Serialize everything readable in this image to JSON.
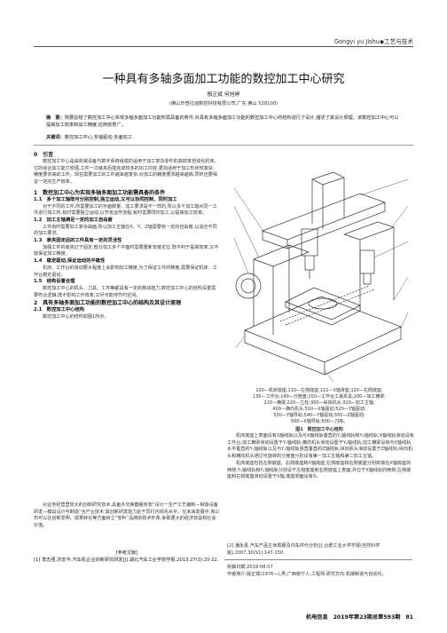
{
  "header": {
    "journal_tag": "Gongyi  yu Jishu◆工艺与技术"
  },
  "title": "一种具有多轴多面加工功能的数控加工中心研究",
  "authors": "殷正斌    何旭婷",
  "affiliation": "(佛山市普拉迪数控科技有限公司,广东 佛山 528100)",
  "abstract": {
    "label": "摘　要：",
    "text": "简要总结了数控加工中心实现多轴多面加工功能所需具备的条件,对具有多轴多面加工功能的数控加工中心的结构进行了设计,描述了其设计原理。该数控加工中心可以提高加工效率和加工精度,应用前景广。"
  },
  "keywords": {
    "label": "关键词：",
    "text": "数控加工中心;多轴驱动;多面加工"
  },
  "left_col": {
    "s0_title": "0　引言",
    "s0_p1": "数控加工中心是由机械设备与数字系统组成的适用于加工复杂零件的高效率自动化机床。它的综合加工能力较强,工件一次装夹后能完成较多的加工内容,更加适用于加工形状较复杂、精度要求高的工件。现在需要加工的工件越来越复杂,对加工的精度要求越来越高,同时还要保证一定的生产效率。",
    "s1_title": "1　数控加工中心为实现多轴多面加工功能需具备的条件",
    "s11_title": "1.1　多个加工轴既可分别控制,独立运动,又可以协同控制、同时加工",
    "s11_p": "对于不同的工件,所需要加工的平面数量、加工要求是不一样的,所以多个加工轴对同一工件进行加工时,有时需要独立运动,以节省运作流程;有时需要同时加工,以提高加工效率。",
    "s12_title": "1.2　加工主轴满足一定的加工自由度",
    "s12_p": "工件有时需要加工复杂曲面,所以加工主轴在X、Y、Z轴需要有一定的自由度,以适应不同的加工要求。",
    "s13_title": "1.3　装夹固定后的工件具有一定的灵活性",
    "s13_p": "加强工件的装夹过于固定,部分加工多个平面时需要重新安装定位,既不利于提高效率,又不能保证加工精度。",
    "s14_title": "1.4　稳定驱动,保证运动的平稳性",
    "s14_p": "机床、工作台的滑动要大程度上会影响加工精度,为了保证工件的精度,需要保证机床、工作台稳定驱动。",
    "s15_title": "1.5　结构设置合理",
    "s15_p": "数控加工中心的机头、刀具、工件等都具有一定的移动能力,数控加工中心的结构设置需要符合逻辑,既不影响工作效率,又尽可能地节约空间。",
    "s2_title": "2　具有多轴多面加工功能的数控加工中心的结构及其设计原理",
    "s21_title": "2.1　数控加工中心结构",
    "s21_p": "数控加工中心的结构如图1所示。"
  },
  "figure": {
    "caption_lines": [
      "100—机床底座;110—左侧底座;112—X轴滑座;120—右侧底座;",
      "130—工作台;140—分度盘;150—工作台工装夹具;200—加工横梁;",
      "210—横梁;220—立柱;300—纵向机头;310—加工主轴;",
      "400—横向机头;510—X轴驱动;520—Y轴驱动;",
      "530—Y轴导轨;540—Y轴驱动;550—Z轴驱动;",
      "560—X轴导轨;600—刀库。"
    ],
    "title": "图1　数控加工中心结构"
  },
  "right_col": {
    "p1": "机床底座上表面设有X轴线轨以及与X轴线轨垂直的Y₁轴线轨和Y₂轴线轨;X轴线轨滑动设有工作台;加工横梁滑动设置于Y₁轴线轨,横向机头滑动设置于Y₂轴线轨;加工横梁设有与X轴线轨水平垂直的Y₃轴线轨以及与Y₁轴线轨竖直垂直的Z轴线轨;纵向机头滑动设置于Z轴线轨;纵向机头和横向机头通过可旋转的分度盘分别设有第一加工主轴和第二加工主轴。",
    "p2": "机床底座包括左侧底座、右侧底座和X轴底座;左侧底座和右侧底座分别拼接在X轴底座的两侧;Y₁轴线轨和Y₂轴线轨分别设于左侧底座和右侧底座上表面,并位于X轴线轨的两侧;左侧底座和右侧底座滑动设置于X轴;底座侧面设有X₁"
  },
  "left_cont": "对业务经营里较大的创新研究技术,具备外交换器服务管“设计一生产工艺编制—制造设备研发—模具设计与制造”全产业技术,其创新研发能力处于同行内领先水平。在未来发展中,我公司可以在创新发明、成果转化等方面树立“安利”品牌的技术形象,争取更大的经济效益和社会价值。",
  "references": {
    "title": "[参考文献]",
    "items": [
      "[1] 李志强,刘宏平.汽车机企业的新研究研发[J].湖北汽车工业学院学报,2013,27(3):20-22.",
      "[2] 潘永嘉.汽车产品生命周期及内车供代分析[J].合肥工业大学学报(自然科学版),2007,30(S1):147-150."
    ]
  },
  "meta": {
    "received": "收稿日期:2019-08-07",
    "author": "作者简介:殷正斌(1976—),男,广西南宁人,工程师,研究方向:机械制造与自动化。"
  },
  "footer": {
    "journal": "机电信息",
    "issue": "2019年第23期总第593期",
    "page": "81"
  }
}
